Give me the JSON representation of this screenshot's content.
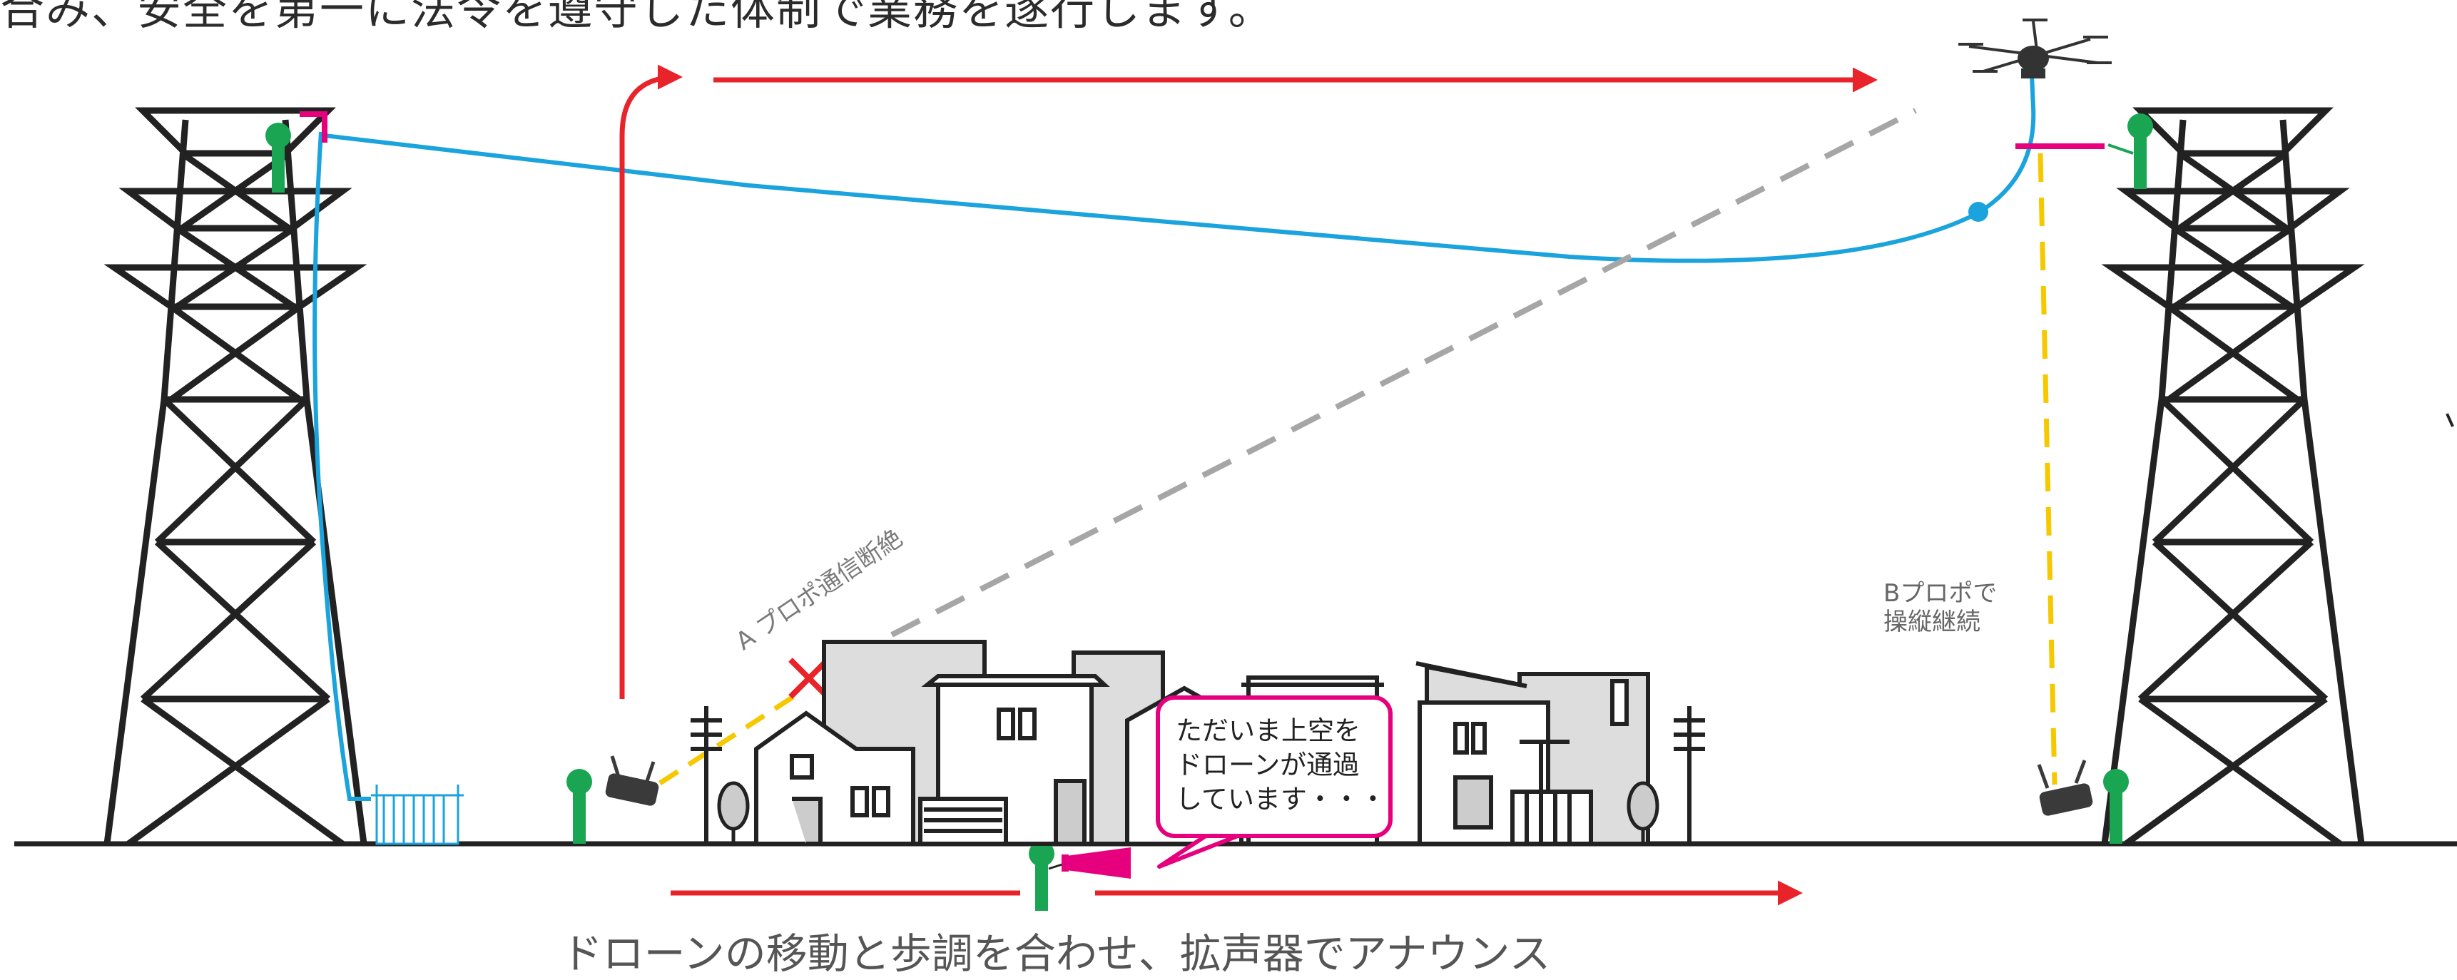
{
  "heading": "合み、安全を第一に法令を遵守した体制で業務を遂行します。",
  "label_a": "A プロポ通信断絶",
  "label_b": [
    "Bプロポで",
    "操縦継続"
  ],
  "speech_bubble": [
    "ただいま上空を",
    "ドローンが通過",
    "しています・・・"
  ],
  "caption": "ドローンの移動と歩調を合わせ、拡声器でアナウンス",
  "colors": {
    "tether_line": "#1aa3dc",
    "flight_path": "#e8232a",
    "loudspeaker": "#e6007e",
    "operator": "#1aa552",
    "link_lost": "#a6a6a6",
    "link_active": "#f5c800"
  }
}
